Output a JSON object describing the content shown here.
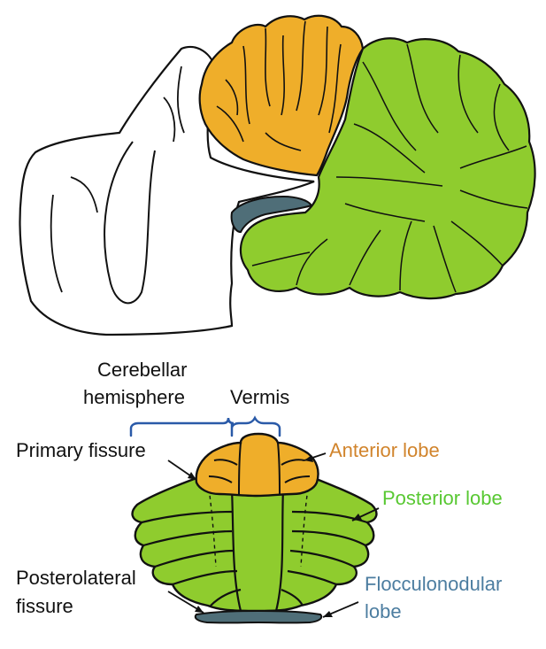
{
  "labels": {
    "cerebellar_hemisphere_1": "Cerebellar",
    "cerebellar_hemisphere_2": "hemisphere",
    "vermis": "Vermis",
    "primary_fissure": "Primary fissure",
    "anterior_lobe": "Anterior lobe",
    "posterior_lobe": "Posterior lobe",
    "posterolateral_fissure_1": "Posterolateral",
    "posterolateral_fissure_2": "fissure",
    "flocculonodular_lobe_1": "Flocculonodular",
    "flocculonodular_lobe_2": "lobe"
  },
  "colors": {
    "anterior": "#efae2a",
    "posterior": "#8fcc2e",
    "flocculonodular": "#4f6e78",
    "anterior_text": "#d1842c",
    "posterior_text": "#58c832",
    "flocculonodular_text": "#4c7da0",
    "bracket": "#2a5aa8",
    "outline": "#111111"
  }
}
